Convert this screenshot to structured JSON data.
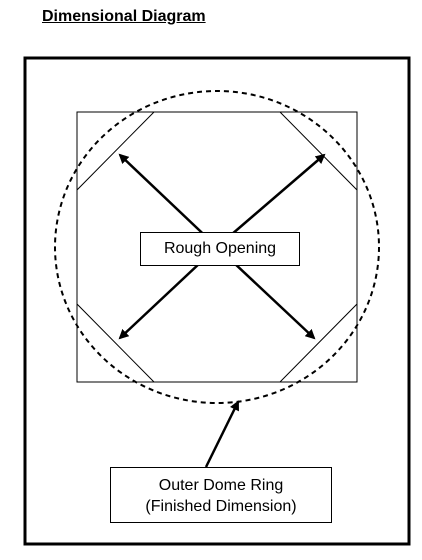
{
  "title": "Dimensional Diagram",
  "labels": {
    "rough_opening": "Rough Opening",
    "outer_ring_line1": "Outer Dome Ring",
    "outer_ring_line2": "(Finished Dimension)"
  },
  "colors": {
    "stroke": "#000000",
    "background": "#ffffff"
  }
}
